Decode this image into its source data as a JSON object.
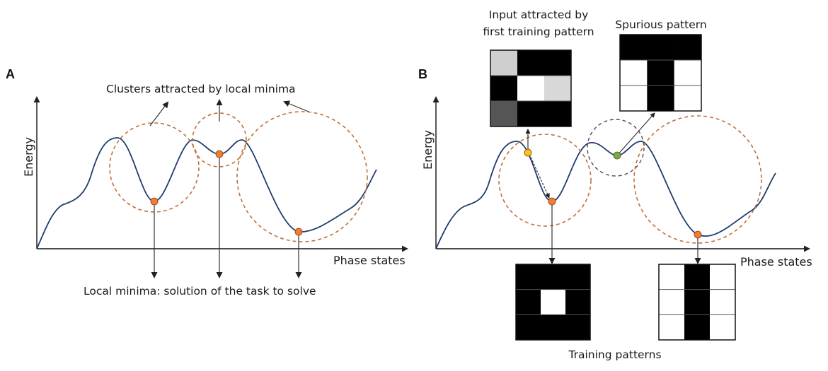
{
  "panel_a": {
    "letter": "A",
    "y_axis_label": "Energy",
    "x_axis_label": "Phase states",
    "clusters_label": "Clusters attracted by local minima",
    "minima_label": "Local minima: solution of the task to solve"
  },
  "panel_b": {
    "letter": "B",
    "y_axis_label": "Energy",
    "x_axis_label": "Phase states",
    "input_label_line1": "Input attracted by",
    "input_label_line2": "first training pattern",
    "spurious_label": "Spurious pattern",
    "training_label": "Training patterns",
    "input_pattern": [
      [
        "#cfcfcf",
        "#000000",
        "#000000"
      ],
      [
        "#000000",
        "#ffffff",
        "#d8d8d8"
      ],
      [
        "#555555",
        "#000000",
        "#000000"
      ]
    ],
    "spurious_pattern": [
      [
        "#000000",
        "#000000",
        "#000000"
      ],
      [
        "#ffffff",
        "#000000",
        "#ffffff"
      ],
      [
        "#ffffff",
        "#000000",
        "#ffffff"
      ]
    ],
    "training_pattern_1": [
      [
        "#000000",
        "#000000",
        "#000000"
      ],
      [
        "#000000",
        "#ffffff",
        "#000000"
      ],
      [
        "#000000",
        "#000000",
        "#000000"
      ]
    ],
    "training_pattern_2": [
      [
        "#ffffff",
        "#000000",
        "#ffffff"
      ],
      [
        "#ffffff",
        "#000000",
        "#ffffff"
      ],
      [
        "#ffffff",
        "#000000",
        "#ffffff"
      ]
    ]
  },
  "colors": {
    "curve": "#1f3c6e",
    "minimum_point": "#f07d32",
    "input_point": "#f5c518",
    "spurious_point": "#6ab04c",
    "circle_orange": "#c0703a",
    "circle_grey": "#4d4d4d"
  }
}
